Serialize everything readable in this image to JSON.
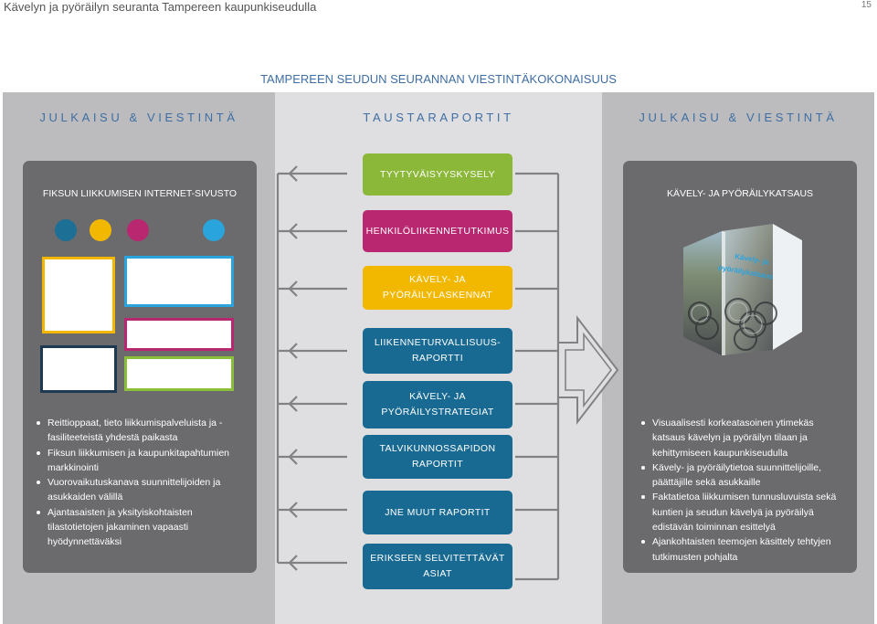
{
  "header": {
    "title": "Kävelyn ja pyöräilyn seuranta Tampereen kaupunkiseudulla",
    "page_number": "15"
  },
  "main_title": "TAMPEREEN SEUDUN SEURANNAN VIESTINTÄKOKONAISUUS",
  "columns": {
    "left_heading": "JULKAISU & VIESTINTÄ",
    "middle_heading": "TAUSTARAPORTIT",
    "right_heading": "JULKAISU & VIESTINTÄ"
  },
  "left_panel": {
    "title": "FIKSUN LIIKKUMISEN INTERNET-SIVUSTO",
    "bullets": [
      "Reittioppaat, tieto liikkumispalveluista ja -fasiliteeteistä yhdestä paikasta",
      "Fiksun liikkumisen ja kaupunkitapahtumien markkinointi",
      "Vuorovaikutuskanava suunnittelijoiden ja asukkaiden välillä",
      "Ajantasaisten ja yksityiskohtaisten tilastotietojen jakaminen vapaasti hyödynnettäväksi"
    ],
    "dot_colors": [
      "#1e6f95",
      "#f2b800",
      "#b8276f",
      "#2aa4dc"
    ],
    "box_colors": [
      "#f2b800",
      "#2aa4dc",
      "#b8276f",
      "#1e3a52",
      "#8bbf3a"
    ]
  },
  "middle_boxes": [
    {
      "label_lines": [
        "TYYTYVÄISYYSKYSELY"
      ],
      "color": "#8bb838"
    },
    {
      "label_lines": [
        "HENKILÖLIIKENNETUTKIMUS"
      ],
      "color": "#b8276f"
    },
    {
      "label_lines": [
        "KÄVELY- JA",
        "PYÖRÄILYLASKENNAT"
      ],
      "color": "#f2b800"
    },
    {
      "label_lines": [
        "LIIKENNETURVALLISUUS-",
        "RAPORTTI"
      ],
      "color": "#196a93"
    },
    {
      "label_lines": [
        "KÄVELY- JA",
        "PYÖRÄILYSTRATEGIAT"
      ],
      "color": "#196a93"
    },
    {
      "label_lines": [
        "TALVIKUNNOSSAPIDON",
        "RAPORTIT"
      ],
      "color": "#196a93"
    },
    {
      "label_lines": [
        "JNE MUUT RAPORTIT"
      ],
      "color": "#196a93"
    },
    {
      "label_lines": [
        "ERIKSEEN SELVITETTÄVÄT",
        "ASIAT"
      ],
      "color": "#196a93"
    }
  ],
  "right_panel": {
    "title": "KÄVELY- JA PYÖRÄILYKATSAUS",
    "booklet_text_lines": [
      "Kävely- ja",
      "pyöräilykatsaus"
    ],
    "bullets": [
      "Visuaalisesti korkeatasoinen ytimekäs katsaus kävelyn ja pyöräilyn tilaan ja kehittymiseen kaupunkiseudulla",
      "Kävely- ja pyöräilytietoa suunnittelijoille, päättäjille sekä asukkaille",
      "Faktatietoa liikkumisen tunnusluvuista sekä kuntien ja seudun kävelyä ja pyöräilyä edistävän toiminnan esittelyä",
      "Ajankohtaisten teemojen käsittely tehtyjen tutkimusten pohjalta"
    ]
  }
}
